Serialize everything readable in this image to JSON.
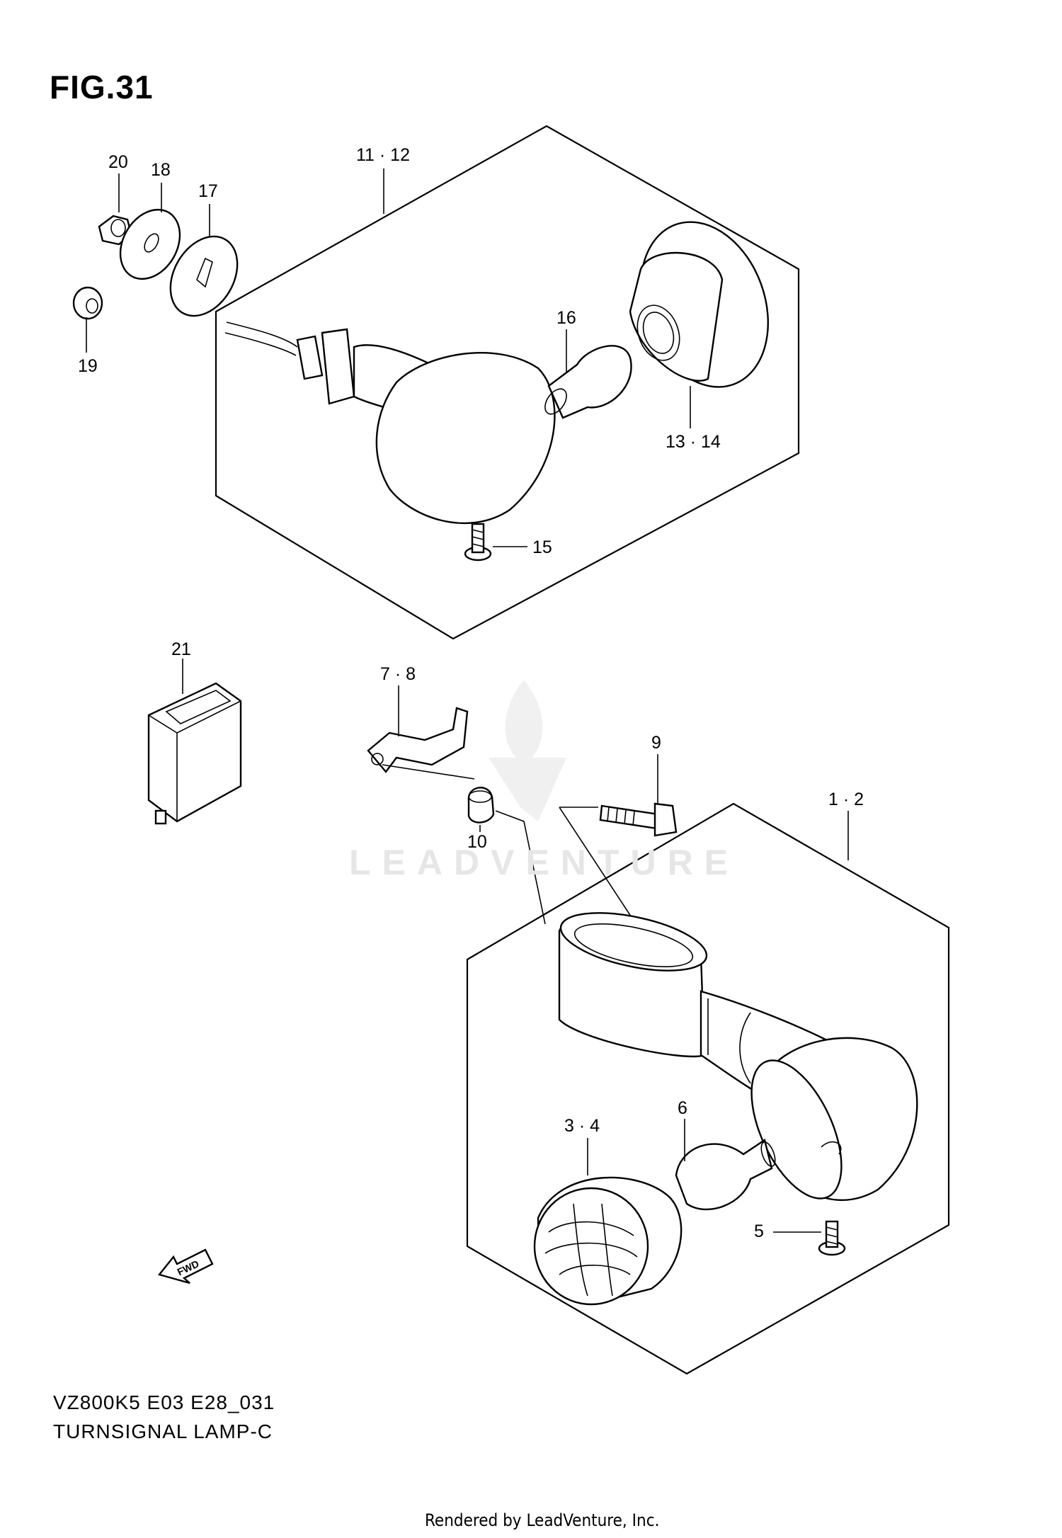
{
  "figure": {
    "title": "FIG.31",
    "model_code": "VZ800K5 E03 E28_031",
    "section_name": "TURNSIGNAL LAMP-C",
    "rendered_by": "Rendered by LeadVenture, Inc.",
    "watermark": "LEADVENTURE"
  },
  "callouts": {
    "c20": "20",
    "c18": "18",
    "c17": "17",
    "c19": "19",
    "c11_12": "11 · 12",
    "c16": "16",
    "c13_14": "13 · 14",
    "c15": "15",
    "c21": "21",
    "c7_8": "7 · 8",
    "c9": "9",
    "c10": "10",
    "c1_2": "1 · 2",
    "c3_4": "3 · 4",
    "c6": "6",
    "c5": "5"
  },
  "icons": {
    "fwd_arrow": "fwd-arrow-icon",
    "fwd_text": "FWD"
  }
}
